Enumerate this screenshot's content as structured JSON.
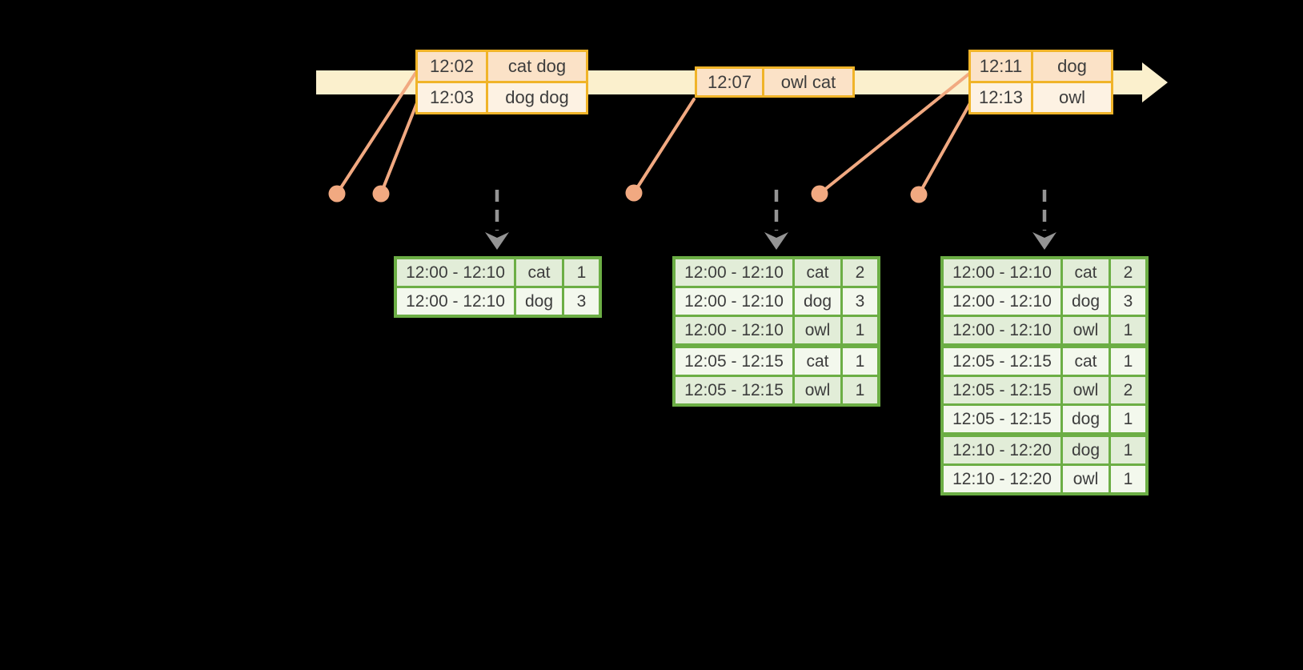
{
  "colors": {
    "background": "#000000",
    "timeline_fill": "#FBF0CD",
    "event_table_border": "#F0B429",
    "event_row_dark": "#FBE2C7",
    "event_row_light": "#FDF2E3",
    "result_table_border": "#6CAE45",
    "result_row_dark": "#E2EDD8",
    "result_row_light": "#F3F8ED",
    "connector": "#F1A981",
    "trigger_arrow": "#949494",
    "text": "#3D3D3D"
  },
  "event_tables": [
    {
      "rows": [
        {
          "time": "12:02",
          "words": "cat dog"
        },
        {
          "time": "12:03",
          "words": "dog dog"
        }
      ]
    },
    {
      "rows": [
        {
          "time": "12:07",
          "words": "owl cat"
        }
      ]
    },
    {
      "rows": [
        {
          "time": "12:11",
          "words": "dog"
        },
        {
          "time": "12:13",
          "words": "owl"
        }
      ]
    }
  ],
  "result_tables": [
    {
      "rows": [
        {
          "window": "12:00 - 12:10",
          "word": "cat",
          "count": "1"
        },
        {
          "window": "12:00 - 12:10",
          "word": "dog",
          "count": "3"
        }
      ]
    },
    {
      "rows": [
        {
          "window": "12:00 - 12:10",
          "word": "cat",
          "count": "2"
        },
        {
          "window": "12:00 - 12:10",
          "word": "dog",
          "count": "3"
        },
        {
          "window": "12:00 - 12:10",
          "word": "owl",
          "count": "1"
        },
        {
          "window": "12:05 - 12:15",
          "word": "cat",
          "count": "1"
        },
        {
          "window": "12:05 - 12:15",
          "word": "owl",
          "count": "1"
        }
      ]
    },
    {
      "rows": [
        {
          "window": "12:00 - 12:10",
          "word": "cat",
          "count": "2"
        },
        {
          "window": "12:00 - 12:10",
          "word": "dog",
          "count": "3"
        },
        {
          "window": "12:00 - 12:10",
          "word": "owl",
          "count": "1"
        },
        {
          "window": "12:05 - 12:15",
          "word": "cat",
          "count": "1"
        },
        {
          "window": "12:05 - 12:15",
          "word": "owl",
          "count": "2"
        },
        {
          "window": "12:05 - 12:15",
          "word": "dog",
          "count": "1"
        },
        {
          "window": "12:10 - 12:20",
          "word": "dog",
          "count": "1"
        },
        {
          "window": "12:10 - 12:20",
          "word": "owl",
          "count": "1"
        }
      ]
    }
  ]
}
